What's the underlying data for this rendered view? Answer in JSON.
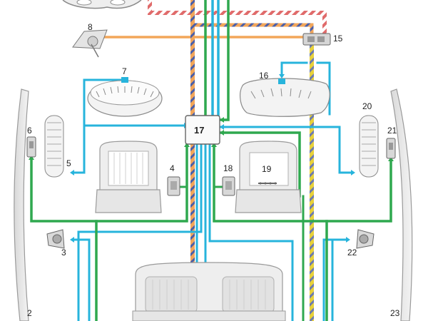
{
  "labels": {
    "n2": "2",
    "n3": "3",
    "n4": "4",
    "n5": "5",
    "n6": "6",
    "n7": "7",
    "n8": "8",
    "n15": "15",
    "n16": "16",
    "n17": "17",
    "n18": "18",
    "n19": "19",
    "n20": "20",
    "n21": "21",
    "n22": "22",
    "n23": "23"
  },
  "colors": {
    "green": "#2fa84f",
    "cyan": "#27b4dc",
    "orange": "#f2a65a",
    "yellow": "#e8d13a",
    "red_stripe": "#e06b6b",
    "seat_fill": "#eeeeee",
    "seat_stroke": "#9a9a9a"
  }
}
